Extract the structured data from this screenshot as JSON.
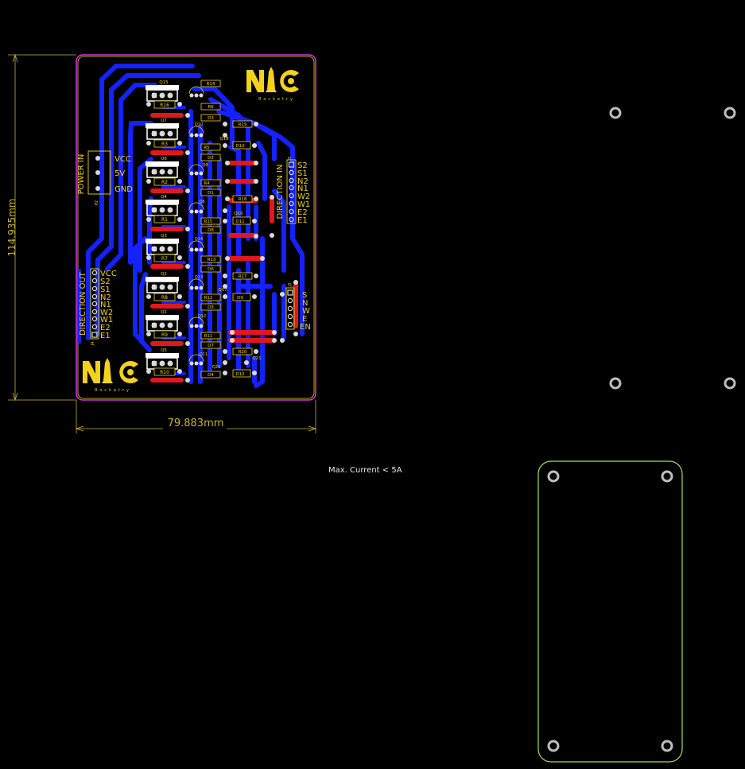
{
  "dimensions": {
    "height": "114.935mm",
    "width": "79.883mm"
  },
  "logo": {
    "text": "Rocketry"
  },
  "note": "Max. Current < 5A",
  "headers": {
    "power_in": {
      "title": "POWER IN",
      "ref": "P2",
      "pins": [
        "VCC",
        "5V",
        "GND"
      ]
    },
    "direction_out": {
      "title": "DIRECTION OUT",
      "ref": "J4",
      "pins": [
        "VCC",
        "S2",
        "S1",
        "N2",
        "N1",
        "W2",
        "W1",
        "E2",
        "E1"
      ]
    },
    "direction_in": {
      "title": "DIRECTION IN",
      "ref": "J5",
      "pins": [
        "S2",
        "S1",
        "N2",
        "N1",
        "W2",
        "W1",
        "E2",
        "E1"
      ]
    },
    "j3": {
      "ref": "J3",
      "pins": [
        "S",
        "N",
        "W",
        "E",
        "EN"
      ]
    }
  },
  "components": {
    "mosfets": [
      "Q15",
      "Q7",
      "Q6",
      "Q4",
      "Q3",
      "Q2",
      "Q1",
      "Q5"
    ],
    "mosfet_resistors": [
      "R16",
      "R3",
      "R2",
      "R1",
      "R7",
      "R8",
      "R9",
      "R10"
    ],
    "small_q": [
      "Q10",
      "Q9",
      "Q8",
      "Q14",
      "Q13",
      "Q12",
      "Q11",
      "Q20"
    ],
    "res_a": [
      "R14",
      "R6",
      "R5",
      "R4",
      "R13",
      "R15",
      "R12",
      "R11"
    ],
    "diodes_a": [
      "D3",
      "D2",
      "D1",
      "D8",
      "D6",
      "D5",
      "D7",
      "D4"
    ],
    "res_b": [
      "R19",
      "R18",
      "R17",
      "R20"
    ],
    "diodes_b": [
      "D10",
      "D11",
      "D9",
      "D12"
    ],
    "q_b": [
      "Q18",
      "Q16",
      "Q17",
      "Q21"
    ]
  },
  "colors": {
    "top_copper": "#e0181c",
    "bottom_copper": "#1422ff",
    "silkscreen": "#f2d21b",
    "outline": "#ff3cff",
    "keepout": "#9edb6a"
  }
}
